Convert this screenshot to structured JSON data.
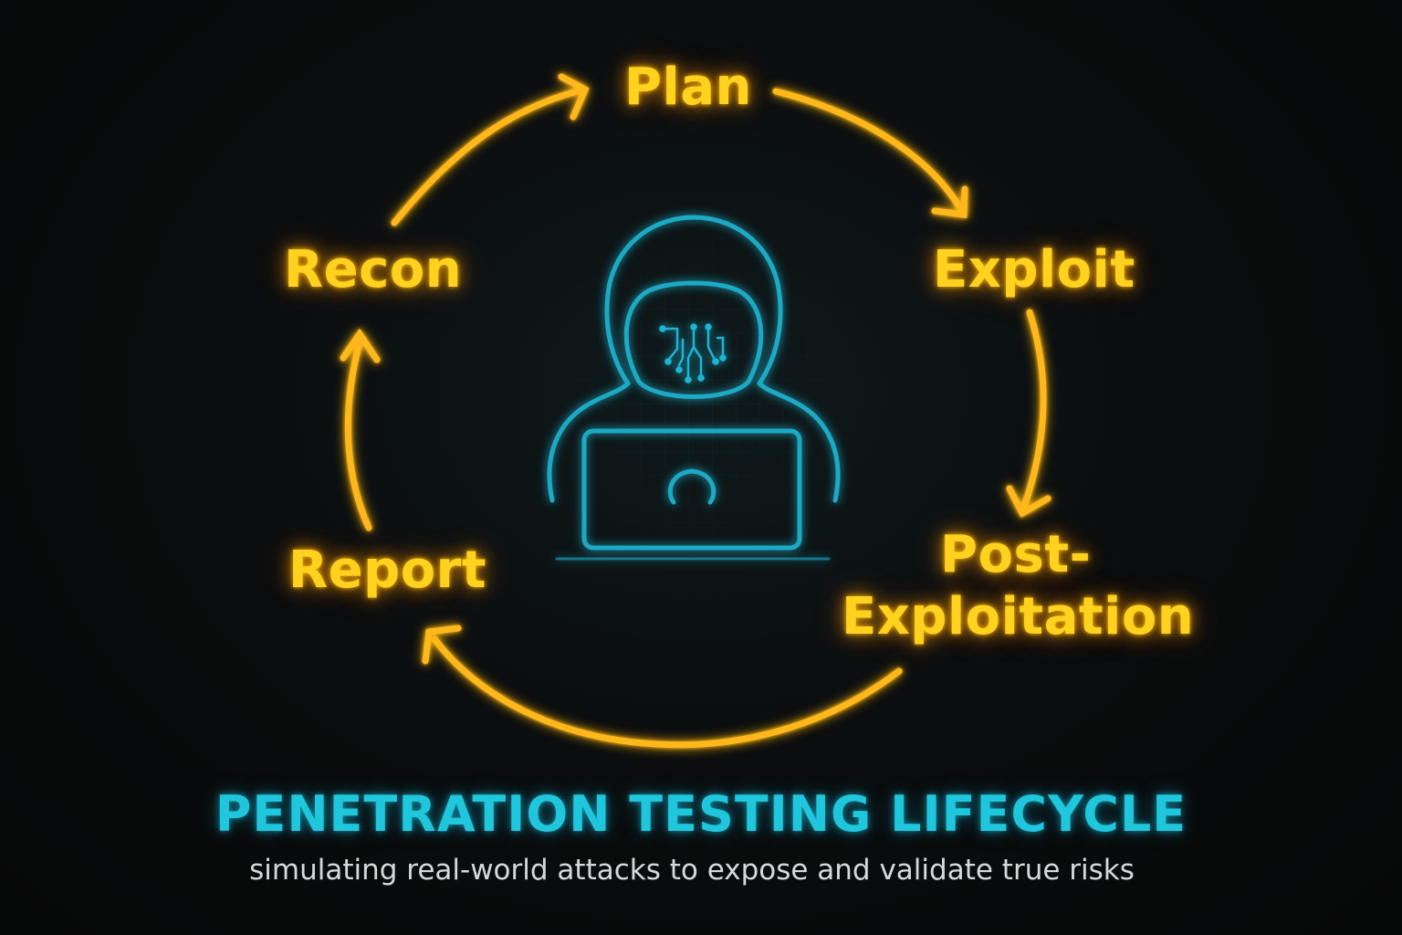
{
  "stages": {
    "plan": "Plan",
    "exploit": "Exploit",
    "post_exploitation_line1": "Post-",
    "post_exploitation_line2": "Exploitation",
    "report": "Report",
    "recon": "Recon"
  },
  "title": "PENETRATION TESTING LIFECYCLE",
  "subtitle": "simulating real-world attacks to expose and validate true risks",
  "colors": {
    "background": "#0b0c0d",
    "cycle_accent": "#ffc21a",
    "title_accent": "#1fc6dc",
    "hacker_outline": "#1fa9c4",
    "subtitle_text": "#d6d8da"
  },
  "icons": {
    "center": "hooded-hacker-laptop-icon"
  }
}
